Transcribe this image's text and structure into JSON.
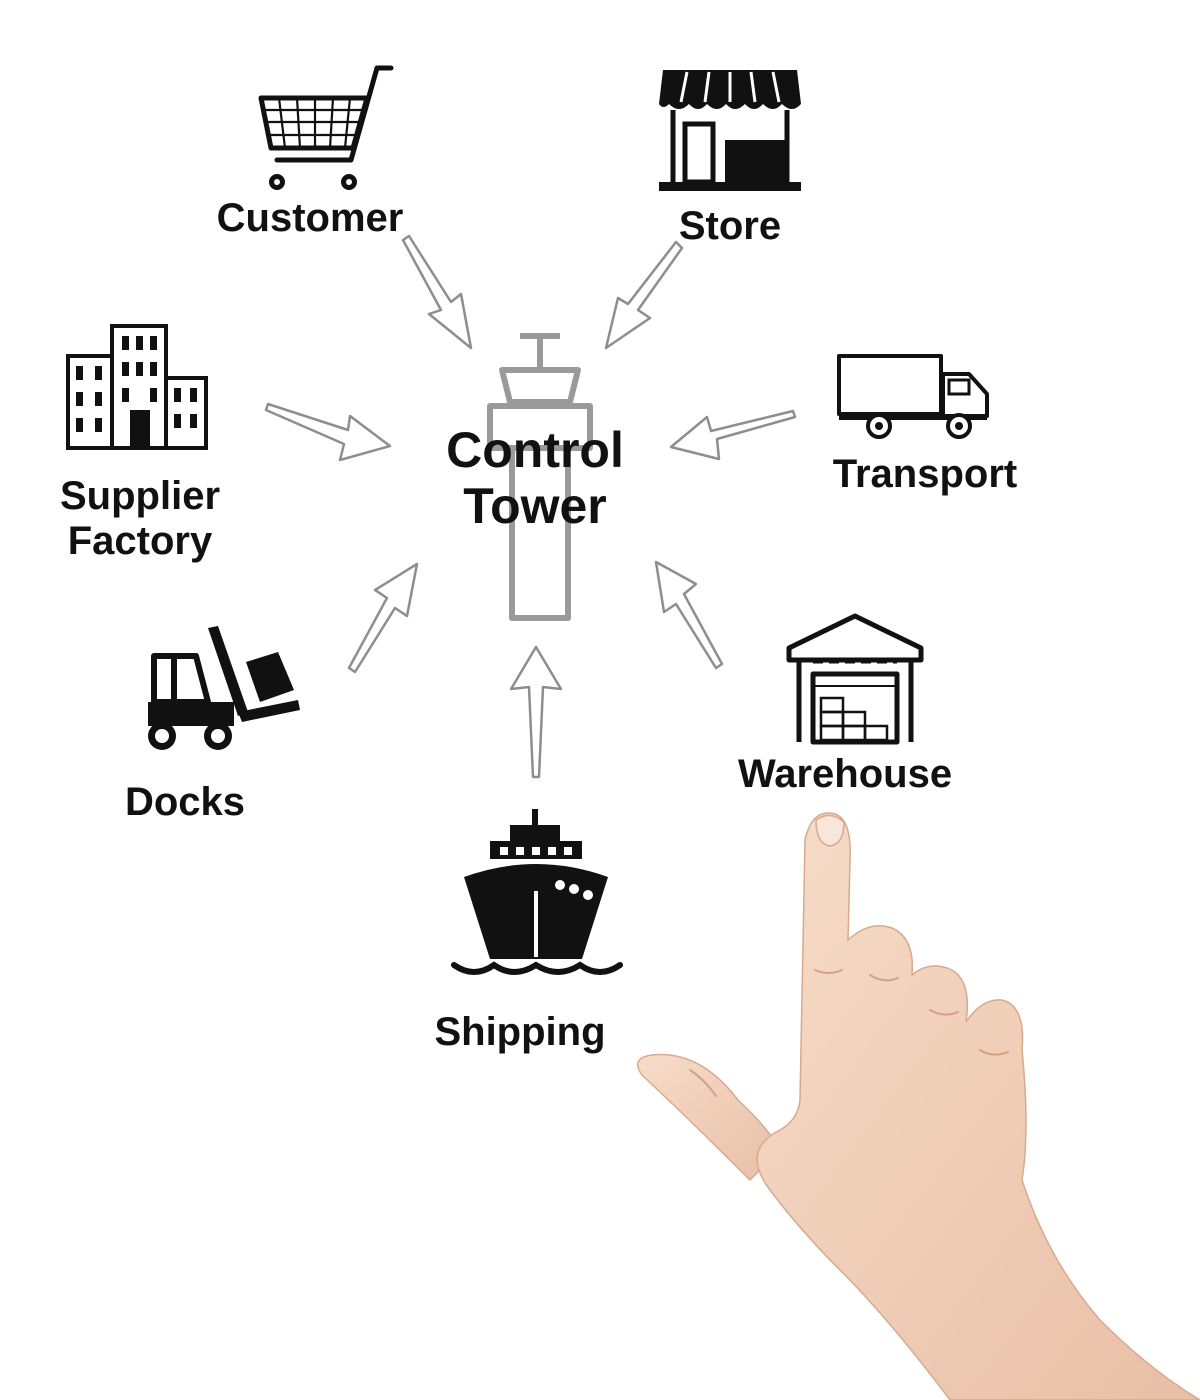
{
  "diagram": {
    "center": {
      "lines": [
        "Control",
        "Tower"
      ]
    },
    "nodes": [
      {
        "id": "customer",
        "lines": [
          "Customer"
        ],
        "icon": "shopping-cart-icon"
      },
      {
        "id": "store",
        "lines": [
          "Store"
        ],
        "icon": "storefront-icon"
      },
      {
        "id": "supplier",
        "lines": [
          "Supplier",
          "Factory"
        ],
        "icon": "factory-buildings-icon"
      },
      {
        "id": "transport",
        "lines": [
          "Transport"
        ],
        "icon": "truck-icon"
      },
      {
        "id": "docks",
        "lines": [
          "Docks"
        ],
        "icon": "forklift-icon"
      },
      {
        "id": "warehouse",
        "lines": [
          "Warehouse"
        ],
        "icon": "warehouse-icon"
      },
      {
        "id": "shipping",
        "lines": [
          "Shipping"
        ],
        "icon": "cargo-ship-icon"
      }
    ],
    "edges": [
      {
        "from": "customer",
        "to": "center"
      },
      {
        "from": "store",
        "to": "center"
      },
      {
        "from": "supplier",
        "to": "center"
      },
      {
        "from": "transport",
        "to": "center"
      },
      {
        "from": "docks",
        "to": "center"
      },
      {
        "from": "warehouse",
        "to": "center"
      },
      {
        "from": "shipping",
        "to": "center"
      }
    ],
    "colors": {
      "icon": "#111111",
      "arrow": "#8e8e8e",
      "tower": "#9a9a9a",
      "text": "#111111",
      "skin": "#f2d2bd"
    }
  }
}
